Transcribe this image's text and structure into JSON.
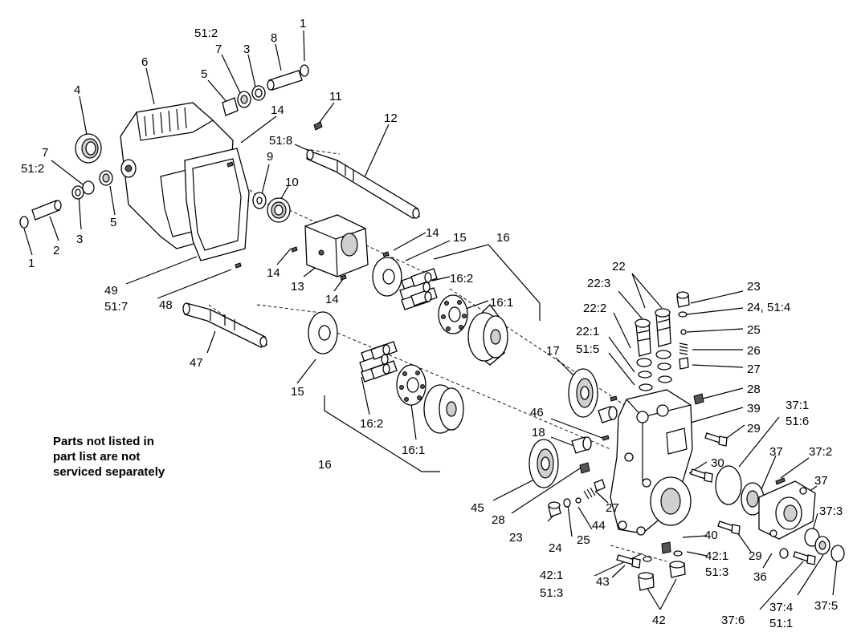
{
  "labels": {
    "l1a": "1",
    "l1b": "1",
    "l2": "2",
    "l3a": "3",
    "l3b": "3",
    "l4": "4",
    "l5a": "5",
    "l5b": "5",
    "l6": "6",
    "l7a": "7",
    "l7b": "7",
    "l8": "8",
    "l9": "9",
    "l10": "10",
    "l11": "11",
    "l12": "12",
    "l13": "13",
    "l14a": "14",
    "l14b": "14",
    "l14c": "14",
    "l14d": "14",
    "l15a": "15",
    "l15b": "15",
    "l16a": "16",
    "l16b": "16",
    "l16_1a": "16:1",
    "l16_1b": "16:1",
    "l16_2a": "16:2",
    "l16_2b": "16:2",
    "l17": "17",
    "l18": "18",
    "l22": "22",
    "l22_1": "22:1",
    "l22_2": "22:2",
    "l22_3": "22:3",
    "l23a": "23",
    "l23b": "23",
    "l24a": "24, 51:4",
    "l24b": "24",
    "l25a": "25",
    "l25b": "25",
    "l26": "26",
    "l27a": "27",
    "l27b": "27",
    "l28a": "28",
    "l28b": "28",
    "l29a": "29",
    "l29b": "29",
    "l30": "30",
    "l36": "36",
    "l37a": "37",
    "l37b": "37",
    "l37_1": "37:1",
    "l37_2": "37:2",
    "l37_3": "37:3",
    "l37_4": "37:4",
    "l37_5": "37:5",
    "l37_6": "37:6",
    "l39": "39",
    "l40": "40",
    "l42a": "42",
    "l42_1a": "42:1",
    "l42_1b": "42:1",
    "l43": "43",
    "l44": "44",
    "l45": "45",
    "l46": "46",
    "l47": "47",
    "l48": "48",
    "l49": "49",
    "l51_1": "51:1",
    "l51_2a": "51:2",
    "l51_2b": "51:2",
    "l51_3a": "51:3",
    "l51_3b": "51:3",
    "l51_5": "51:5",
    "l51_6": "51:6",
    "l51_7": "51:7",
    "l51_8": "51:8"
  },
  "note": {
    "line1": "Parts not listed in",
    "line2": "part list are not",
    "line3": "serviced separately"
  }
}
